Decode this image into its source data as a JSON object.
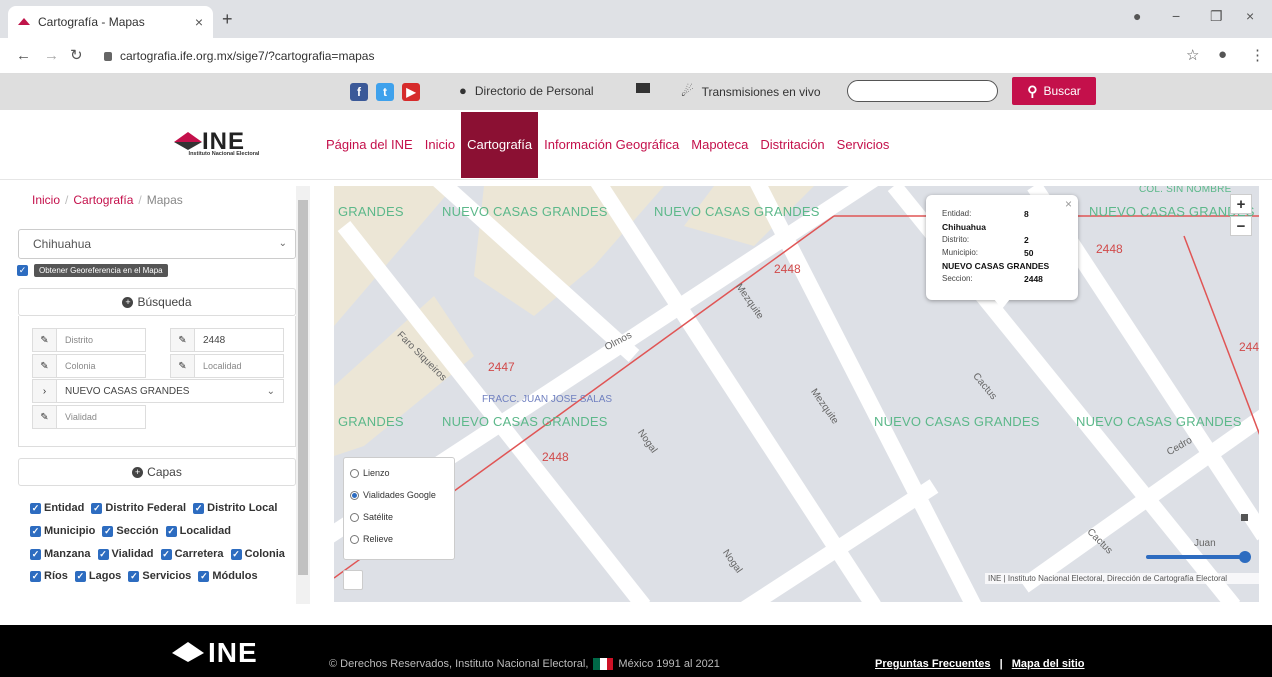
{
  "browser": {
    "tab_title": "Cartografía - Mapas",
    "tab_close": "×",
    "new_tab": "+",
    "url": "cartografia.ife.org.mx/sige7/?cartografia=mapas",
    "controls": [
      "−",
      "❐",
      "×"
    ]
  },
  "topbar": {
    "directory_label": "Directorio de Personal",
    "broadcast_label": "Transmisiones en vivo",
    "search_placeholder": "",
    "search_button": "Buscar"
  },
  "header": {
    "logo_word": "INE",
    "logo_sub": "Instituto Nacional Electoral",
    "nav": [
      "Página del INE",
      "Inicio",
      "Cartografía",
      "Información Geográfica",
      "Mapoteca",
      "Distritación",
      "Servicios"
    ],
    "active_nav": "Cartografía"
  },
  "sidebar": {
    "breadcrumb": [
      "Inicio",
      "Cartografía",
      "Mapas"
    ],
    "state_select": "Chihuahua",
    "georef_label": "Obtener Georeferencia en el Mapa",
    "search_title": "Búsqueda",
    "fields": {
      "distrito": "Distrito",
      "seccion": "2448",
      "colonia": "Colonia",
      "localidad": "Localidad",
      "municipio": "NUEVO CASAS GRANDES",
      "vialidad": "Vialidad"
    },
    "layers_title": "Capas",
    "layers": [
      [
        "Entidad",
        "Distrito Federal",
        "Distrito Local"
      ],
      [
        "Municipio",
        "Sección",
        "Localidad"
      ],
      [
        "Manzana",
        "Vialidad",
        "Carretera",
        "Colonia"
      ],
      [
        "Ríos",
        "Lagos",
        "Servicios",
        "Módulos"
      ]
    ]
  },
  "map": {
    "popup": {
      "entidad_label": "Entidad:",
      "entidad_value": "8",
      "entidad_name": "Chihuahua",
      "distrito_label": "Distrito:",
      "distrito_value": "2",
      "municipio_label": "Municipio:",
      "municipio_value": "50",
      "municipio_name": "NUEVO CASAS GRANDES",
      "seccion_label": "Seccion:",
      "seccion_value": "2448",
      "close": "×"
    },
    "basemaps": [
      "Lienzo",
      "Vialidades Google",
      "Satélite",
      "Relieve"
    ],
    "selected_basemap": "Vialidades Google",
    "zoom_in": "+",
    "zoom_out": "−",
    "colonia_label": "COL. SIN NOMBRE",
    "locality_label": "NUEVO CASAS GRANDES",
    "locality_label_short": "GRANDES",
    "section_numbers": [
      "2448",
      "2447",
      "2448",
      "2448",
      "244"
    ],
    "frac_label": "FRACC. JUAN JOSE SALAS",
    "streets": [
      "Olmos",
      "Mezquite",
      "Nogal",
      "Cactus",
      "Cedro",
      "Faro Siqueiros"
    ],
    "juan_label": "Juan",
    "attribution": "INE | Instituto Nacional Electoral, Dirección de Cartografía Electoral"
  },
  "footer": {
    "logo_word": "INE",
    "copyright": "© Derechos Reservados, Instituto Nacional Electoral,",
    "country_years": "México 1991 al 2021",
    "faq": "Preguntas Frecuentes",
    "sep": "|",
    "sitemap": "Mapa del sitio"
  }
}
